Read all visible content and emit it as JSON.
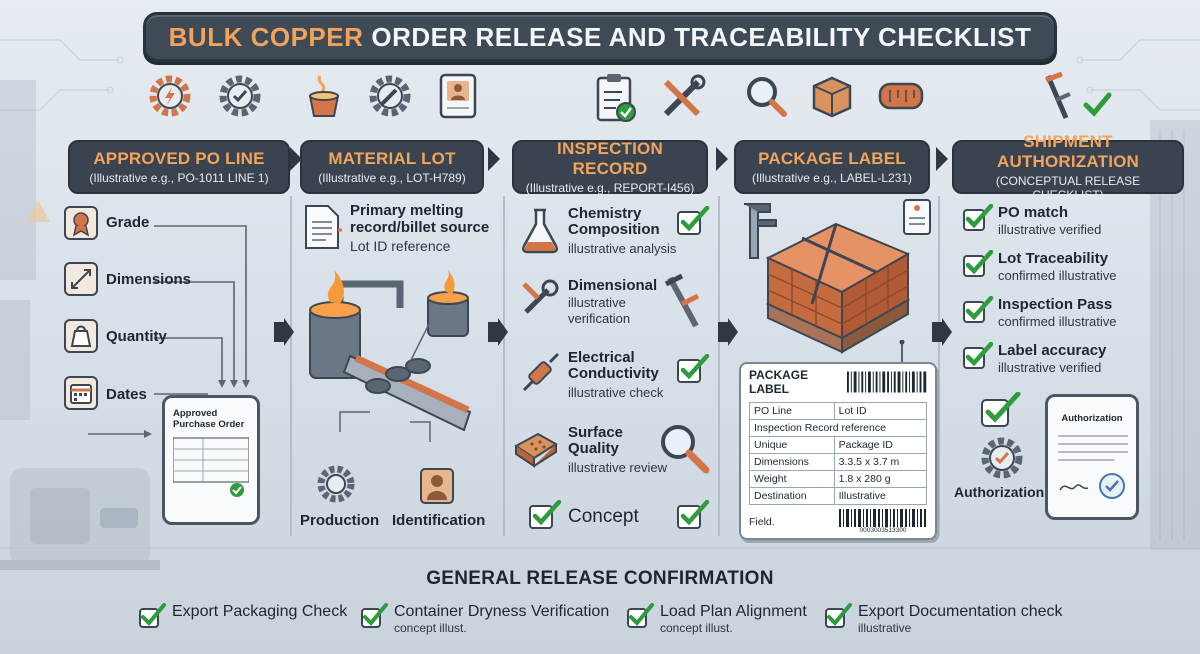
{
  "title": {
    "accent": "BULK COPPER",
    "rest": "ORDER RELEASE AND TRACEABILITY CHECKLIST"
  },
  "columns": [
    {
      "title": "APPROVED PO LINE",
      "subtitle": "(Illustrative e.g., PO-1011 LINE 1)"
    },
    {
      "title": "MATERIAL LOT",
      "subtitle": "(Illustrative e.g., LOT-H789)"
    },
    {
      "title": "INSPECTION RECORD",
      "subtitle": "(Illustrative e.g., REPORT-I456)"
    },
    {
      "title": "PACKAGE LABEL",
      "subtitle": "(Illustrative e.g., LABEL-L231)"
    },
    {
      "title": "SHIPMENT AUTHORIZATION",
      "subtitle": "(CONCEPTUAL RELEASE CHECKLIST)"
    }
  ],
  "po_items": [
    "Grade",
    "Dimensions",
    "Quantity",
    "Dates"
  ],
  "po_doc": {
    "title_line1": "Approved",
    "title_line2": "Purchase Order"
  },
  "material": {
    "source_title": "Primary melting record/billet source",
    "source_sub": "Lot ID reference",
    "production": "Production",
    "identification": "Identification"
  },
  "inspection": [
    {
      "title": "Chemistry Composition",
      "sub": "illustrative analysis"
    },
    {
      "title": "Dimensional",
      "sub": "illustrative verification"
    },
    {
      "title": "Electrical Conductivity",
      "sub": "illustrative check"
    },
    {
      "title": "Surface Quality",
      "sub": "illustrative review"
    }
  ],
  "inspection_footer": "Concept",
  "package_label": {
    "title": "PACKAGE LABEL",
    "rows": [
      [
        "PO Line",
        "Lot ID"
      ],
      [
        "Inspection Record reference",
        ""
      ],
      [
        "Unique",
        "Package ID"
      ],
      [
        "Dimensions",
        "3.3.5 x 3.7 m"
      ],
      [
        "Weight",
        "1.8 x 280 g"
      ],
      [
        "Destination",
        "Illustrative"
      ]
    ],
    "footer": "Field.",
    "barcode_number": "0003003513300"
  },
  "shipment": [
    {
      "title": "PO match",
      "sub": "illustrative verified"
    },
    {
      "title": "Lot Traceability",
      "sub": "confirmed illustrative"
    },
    {
      "title": "Inspection Pass",
      "sub": "confirmed illustrative"
    },
    {
      "title": "Label accuracy",
      "sub": "illustrative verified"
    }
  ],
  "authorization": {
    "doc_title": "Authorization",
    "label": "Authorization"
  },
  "general": {
    "title": "GENERAL RELEASE CONFIRMATION",
    "items": [
      {
        "title": "Export Packaging Check",
        "sub": ""
      },
      {
        "title": "Container Dryness Verification",
        "sub": "concept illust."
      },
      {
        "title": "Load Plan Alignment",
        "sub": "concept illust."
      },
      {
        "title": "Export Documentation check",
        "sub": "illustrative"
      }
    ]
  },
  "colors": {
    "accent": "#f2a45a",
    "header_bg": "#3a4451",
    "check": "#2e9b3c",
    "copper": "#d2764a"
  }
}
